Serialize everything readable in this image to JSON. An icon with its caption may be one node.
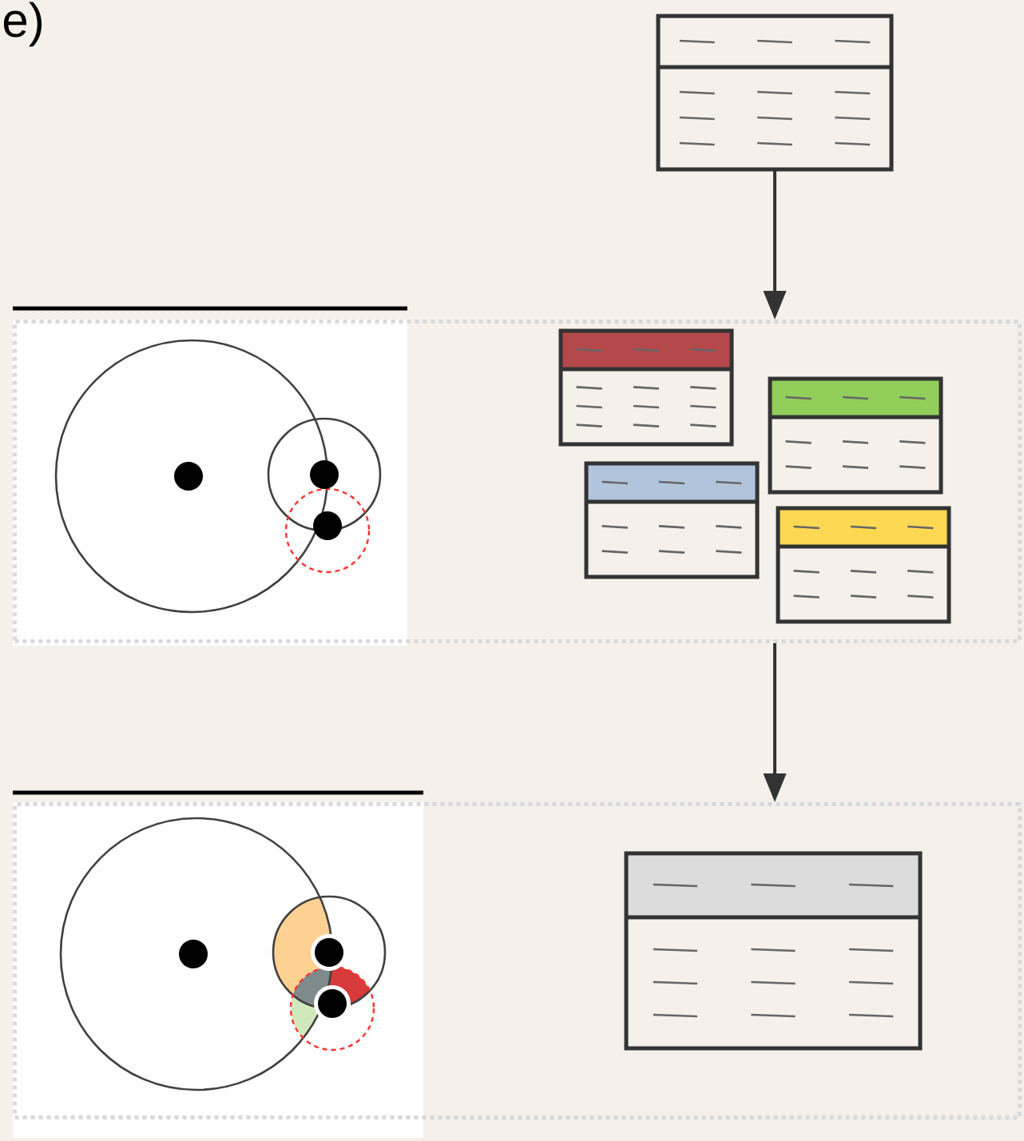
{
  "diagram": {
    "nodes": [
      {
        "text": [],
        "shape": "table"
      },
      {
        "text": [],
        "shape": "box"
      },
      {
        "text": [],
        "shape": "table",
        "in": 1
      },
      {
        "text": [],
        "shape": "table",
        "in": 1
      },
      {
        "text": [],
        "shape": "table",
        "in": 1
      },
      {
        "text": [],
        "shape": "table",
        "in": 1
      },
      {
        "text": [],
        "shape": "box"
      },
      {
        "text": [],
        "shape": "table",
        "in": 6
      }
    ],
    "edges": [
      {
        "from": 0,
        "to": 1,
        "arrow": "to"
      },
      {
        "from": 1,
        "to": 6,
        "arrow": "to"
      }
    ],
    "labels": [
      "e)"
    ]
  }
}
